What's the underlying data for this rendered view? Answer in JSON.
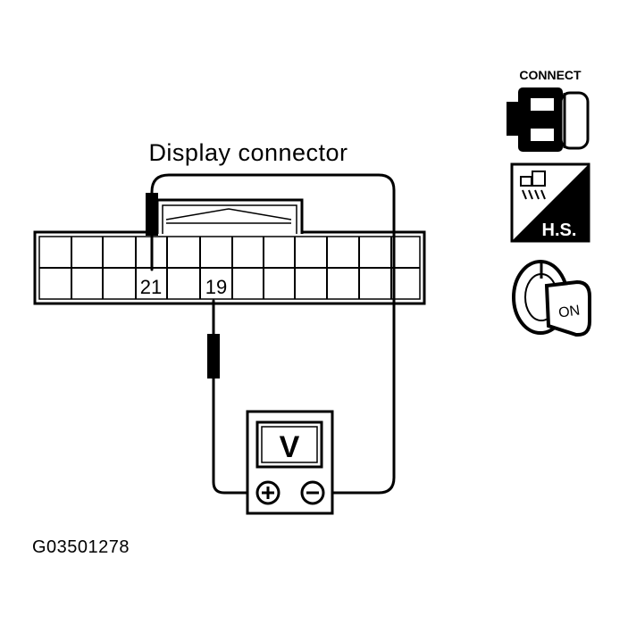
{
  "diagram": {
    "title": "Display connector",
    "pins": [
      {
        "label": "21"
      },
      {
        "label": "19"
      }
    ],
    "meter_label": "V",
    "meter_terminals": {
      "positive": "+",
      "negative": "−"
    },
    "figure_id": "G03501278"
  },
  "side_icons": {
    "connect_label": "CONNECT",
    "hs_label": "H.S.",
    "ignition_label": "ON"
  },
  "colors": {
    "ink": "#000000",
    "paper": "#ffffff"
  }
}
